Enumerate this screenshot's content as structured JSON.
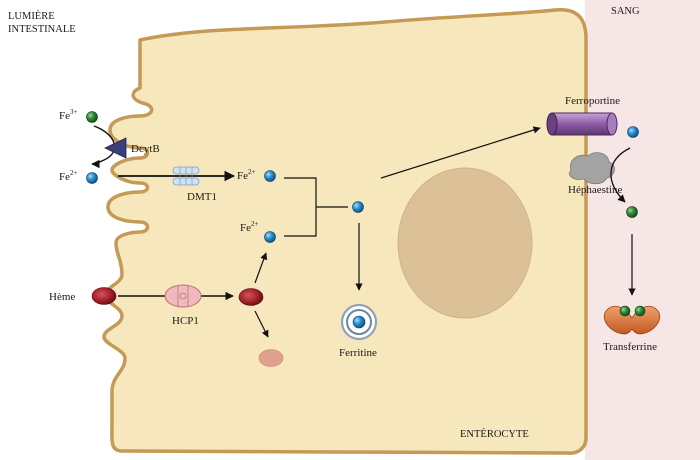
{
  "regions": {
    "lumen_line1": "LUMIÈRE",
    "lumen_line2": "INTESTINALE",
    "blood": "SANG",
    "cell": "ENTÉROCYTE"
  },
  "labels": {
    "fe3": {
      "base": "Fe",
      "sup": "3+"
    },
    "fe2_lumen": {
      "base": "Fe",
      "sup": "2+"
    },
    "fe2_cyto_top": {
      "base": "Fe",
      "sup": "2+"
    },
    "fe2_cyto_bottom": {
      "base": "Fe",
      "sup": "2+"
    },
    "dcytb": "DcytB",
    "dmt1": "DMT1",
    "heme": "Hème",
    "hcp1": "HCP1",
    "ferritin": "Ferritine",
    "ferroportin": "Ferroportine",
    "hephaestin": "Héphaestine",
    "transferrin": "Transferrine"
  },
  "colors": {
    "cell_fill": "#f7e7bd",
    "cell_stroke": "#c49a55",
    "blood_bg": "#f7e6e6",
    "nucleus": "#dcc198",
    "iron_blue": "#2a8fd0",
    "iron_green": "#2f8a3a",
    "heme_red": "#a3222a",
    "hcp1_pink": "#f1b9bd",
    "ferroportin_purple": "#8e5ba6",
    "dcytb_navy": "#3a3f7a",
    "hephaestin_gray": "#a3a3a3",
    "transferrin_orange": "#d9733a"
  }
}
